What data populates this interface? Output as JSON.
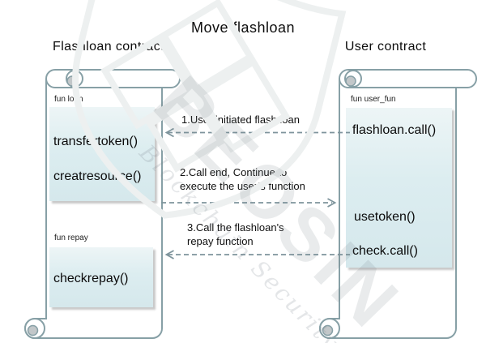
{
  "title": "Move flashloan",
  "left_contract": {
    "title": "Flashloan contract",
    "sections": [
      {
        "label": "fun loan",
        "functions": [
          "transfertoken()",
          "creatresource()"
        ]
      },
      {
        "label": "fun repay",
        "functions": [
          "checkrepay()"
        ]
      }
    ]
  },
  "right_contract": {
    "title": "User contract",
    "sections": [
      {
        "label": "fun user_fun",
        "functions": [
          "flashloan.call()",
          "usetoken()",
          "check.call()"
        ]
      }
    ]
  },
  "messages": [
    {
      "text": "1.User initiated flash loan",
      "direction": "right-to-left"
    },
    {
      "text": "2.Call end, Continue to\nexecute the user’s function",
      "direction": "left-to-right"
    },
    {
      "text": "3.Call the flashloan's\nrepay function",
      "direction": "right-to-left"
    }
  ],
  "watermark": {
    "brand": "BEOSIN",
    "tagline": "Blockchain Security"
  },
  "colors": {
    "scroll_stroke": "#87a0a6",
    "box_fill_top": "#edf5f6",
    "box_fill_bottom": "#d5e8ec",
    "arrow": "#7e949c",
    "text": "#0c0c0c",
    "watermark_gray": "#e9ecec"
  }
}
